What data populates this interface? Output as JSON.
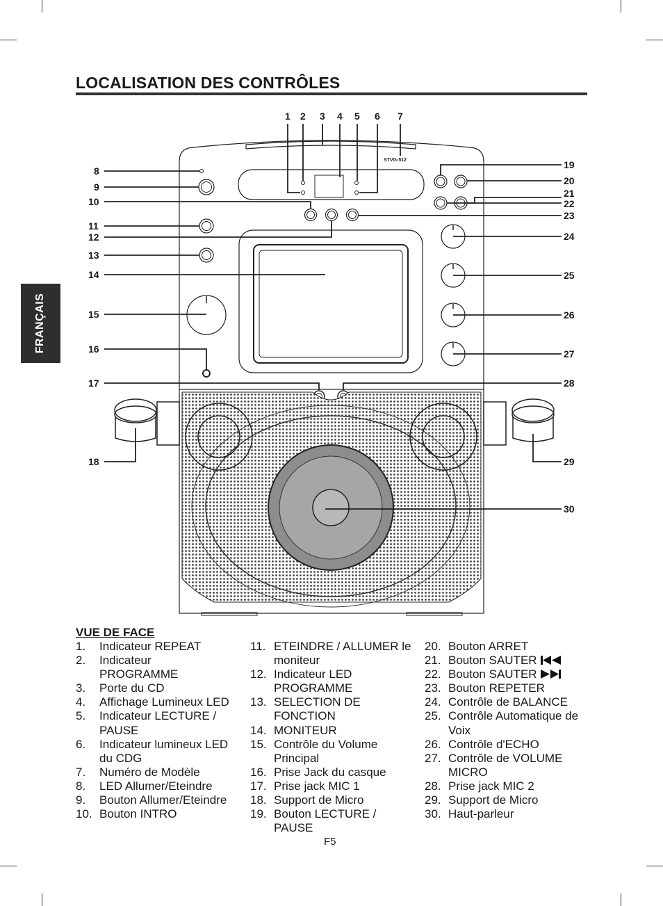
{
  "page": {
    "title": "LOCALISATION DES CONTRÔLES",
    "language_tab": "FRANÇAIS",
    "page_number": "F5"
  },
  "diagram": {
    "model": "STVG-512",
    "callouts": [
      "1",
      "2",
      "3",
      "4",
      "5",
      "6",
      "7",
      "8",
      "9",
      "10",
      "11",
      "12",
      "13",
      "14",
      "15",
      "16",
      "17",
      "18",
      "19",
      "20",
      "21",
      "22",
      "23",
      "24",
      "25",
      "26",
      "27",
      "28",
      "29",
      "30"
    ]
  },
  "legend": {
    "heading": "VUE DE FACE",
    "items": [
      {
        "num": "1.",
        "text": "Indicateur REPEAT"
      },
      {
        "num": "2.",
        "text": "Indicateur PROGRAMME"
      },
      {
        "num": "3.",
        "text": "Porte du CD"
      },
      {
        "num": "4.",
        "text": "Affichage Lumineux LED"
      },
      {
        "num": "5.",
        "text": "Indicateur LECTURE / PAUSE"
      },
      {
        "num": "6.",
        "text": "Indicateur lumineux LED du CDG"
      },
      {
        "num": "7.",
        "text": "Numéro de Modèle"
      },
      {
        "num": "8.",
        "text": "LED Allumer/Eteindre"
      },
      {
        "num": "9.",
        "text": "Bouton Allumer/Eteindre"
      },
      {
        "num": "10.",
        "text": "Bouton INTRO"
      },
      {
        "num": "11.",
        "text": "ETEINDRE / ALLUMER le moniteur"
      },
      {
        "num": "12.",
        "text": "Indicateur LED PROGRAMME"
      },
      {
        "num": "13.",
        "text": "SELECTION DE FONCTION"
      },
      {
        "num": "14.",
        "text": "MONITEUR"
      },
      {
        "num": "15.",
        "text": "Contrôle du Volume Principal"
      },
      {
        "num": "16.",
        "text": "Prise Jack du casque"
      },
      {
        "num": "17.",
        "text": "Prise jack MIC 1"
      },
      {
        "num": "18.",
        "text": "Support de Micro"
      },
      {
        "num": "19.",
        "text": "Bouton LECTURE / PAUSE"
      },
      {
        "num": "20.",
        "text": "Bouton ARRET"
      },
      {
        "num": "21.",
        "text": "Bouton SAUTER"
      },
      {
        "num": "22.",
        "text": "Bouton SAUTER"
      },
      {
        "num": "23.",
        "text": "Bouton REPETER"
      },
      {
        "num": "24.",
        "text": "Contrôle de BALANCE"
      },
      {
        "num": "25.",
        "text": "Contrôle Automatique de Voix"
      },
      {
        "num": "26.",
        "text": "Contrôle d'ECHO"
      },
      {
        "num": "27.",
        "text": "Contrôle de VOLUME MICRO"
      },
      {
        "num": "28.",
        "text": "Prise jack MIC 2"
      },
      {
        "num": "29.",
        "text": "Support de Micro"
      },
      {
        "num": "30.",
        "text": "Haut-parleur"
      }
    ]
  },
  "icons": {
    "item21": "skip-back-icon",
    "item22": "skip-forward-icon"
  }
}
